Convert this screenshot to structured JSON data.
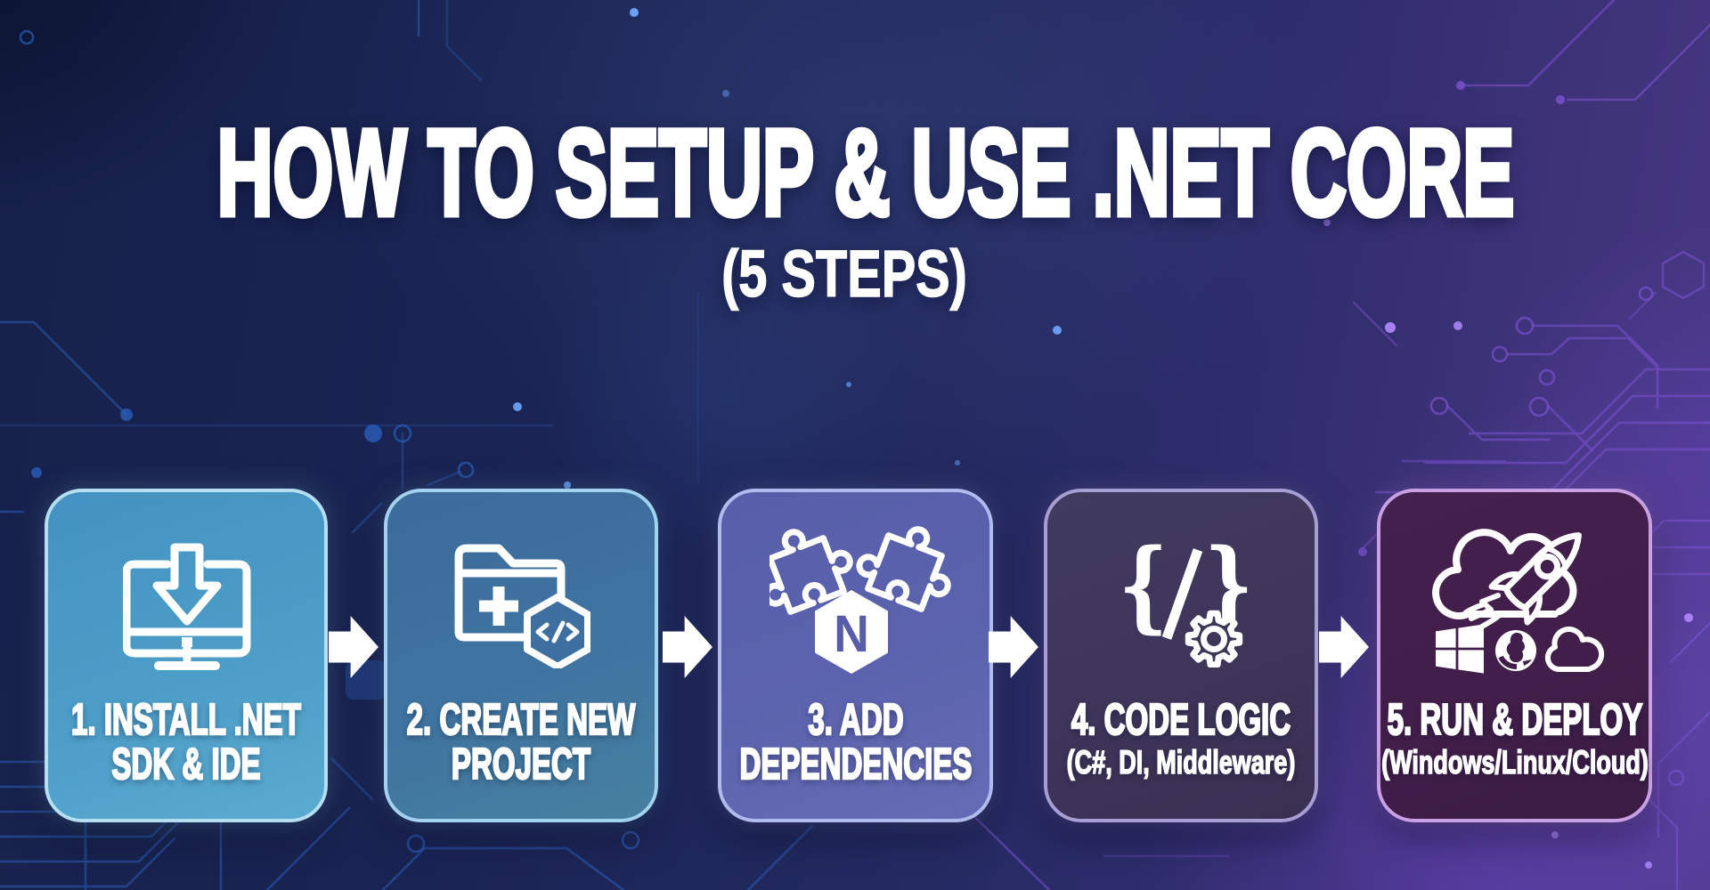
{
  "title": "HOW TO SETUP & USE .NET CORE",
  "subtitle": "(5 STEPS)",
  "steps": [
    {
      "line1": "1. INSTALL .NET",
      "line2": "SDK & IDE",
      "icon": "monitor-download-icon",
      "card_color": "#4c9dc8",
      "border_color": "#b5dff1"
    },
    {
      "line1": "2. CREATE NEW",
      "line2": "PROJECT",
      "icon": "new-project-folder-icon",
      "card_color": "#3f74a1",
      "border_color": "#a3d2ee"
    },
    {
      "line1": "3. ADD",
      "line2": "DEPENDENCIES",
      "icon": "nuget-packages-icon",
      "card_color": "#5c63ae",
      "border_color": "#b2bbee"
    },
    {
      "line1": "4. CODE LOGIC",
      "line2": "(C#, DI, Middleware)",
      "icon": "code-gear-icon",
      "card_color": "#3e3659",
      "border_color": "#a79fd4"
    },
    {
      "line1": "5. RUN & DEPLOY",
      "line2": "(Windows/Linux/Cloud)",
      "icon": "cloud-rocket-deploy-icon",
      "card_color": "#411f4a",
      "border_color": "#c9a0e4"
    }
  ],
  "nuget_letter": "N",
  "icon_glyphs": {
    "brace_left": "{",
    "brace_right": "}"
  },
  "colors": {
    "background_left": "#16214b",
    "background_right": "#483983",
    "accent_blue_circuit": "#2f6bd0",
    "accent_purple_circuit": "#8a5ce0",
    "arrow": "#ffffff",
    "text": "#ffffff"
  }
}
